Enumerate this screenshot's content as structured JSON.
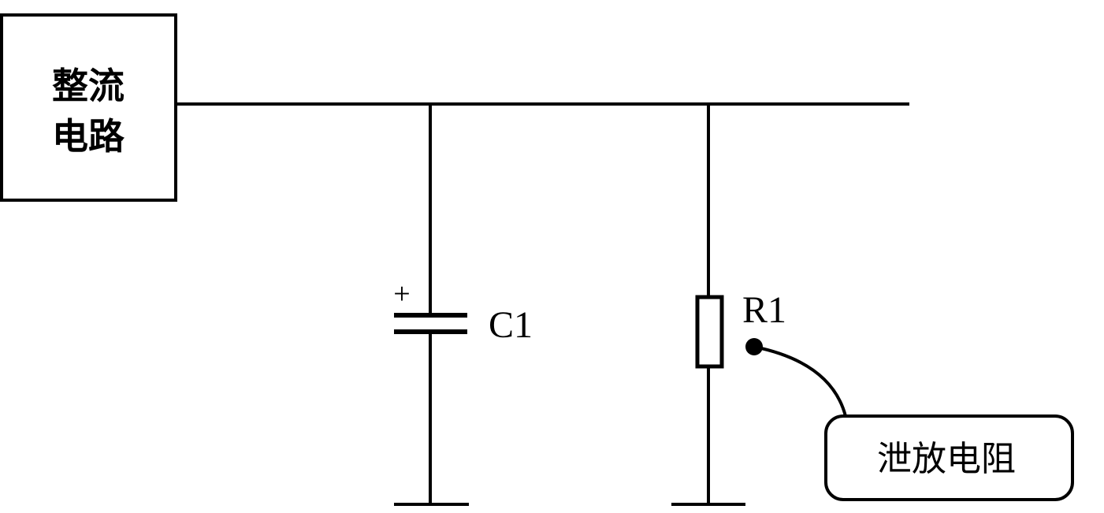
{
  "rectifier": {
    "line1": "整流",
    "line2": "电路"
  },
  "capacitor": {
    "label": "C1",
    "polarity": "+"
  },
  "resistor": {
    "label": "R1"
  },
  "callout": {
    "text": "泄放电阻"
  },
  "colors": {
    "stroke": "#000000",
    "background": "#ffffff"
  }
}
